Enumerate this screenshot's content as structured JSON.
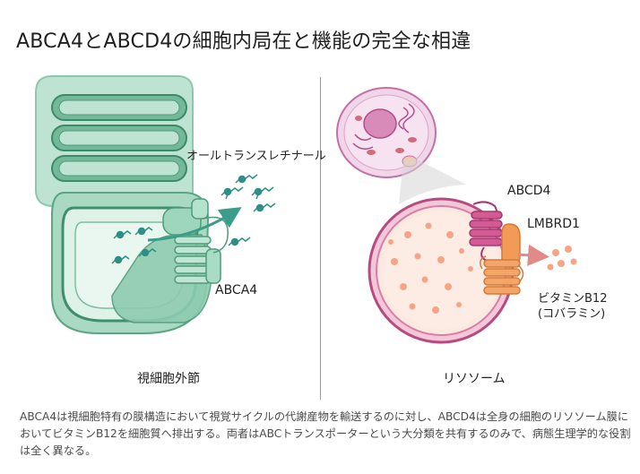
{
  "title": "ABCA4とABCD4の細胞内局在と機能の完全な相違",
  "left_panel": {
    "molecule_label": "オールトランスレチナール",
    "protein_label": "ABCA4",
    "panel_label": "視細胞外節"
  },
  "right_panel": {
    "protein1_label": "ABCD4",
    "protein2_label": "LMBRD1",
    "product_line1": "ビタミンB12",
    "product_line2": "(コバラミン)",
    "panel_label": "リソソーム"
  },
  "caption": {
    "line1": "ABCA4は視細胞特有の膜構造において視覚サイクルの代謝産物を輸送するのに対し、ABCD4は全身の細胞のリソソーム膜に",
    "line2": "おいてビタミンB12を細胞質へ排出する。両者はABCトランスポーターという大分類を共有するのみで、病態生理学的な役割",
    "line3": "は全く異なる。"
  },
  "colors": {
    "outer_segment_green": "#a9d9c2",
    "membrane_green": "#4f9c7a",
    "cell_pink": "#e9c7de",
    "lysosome_fill": "#fbe5db",
    "lysosome_rim": "#c55a8e",
    "abcd4_magenta": "#c2417e",
    "lmbrd1_orange": "#f19a5a",
    "retinal_teal": "#2e8f86"
  }
}
